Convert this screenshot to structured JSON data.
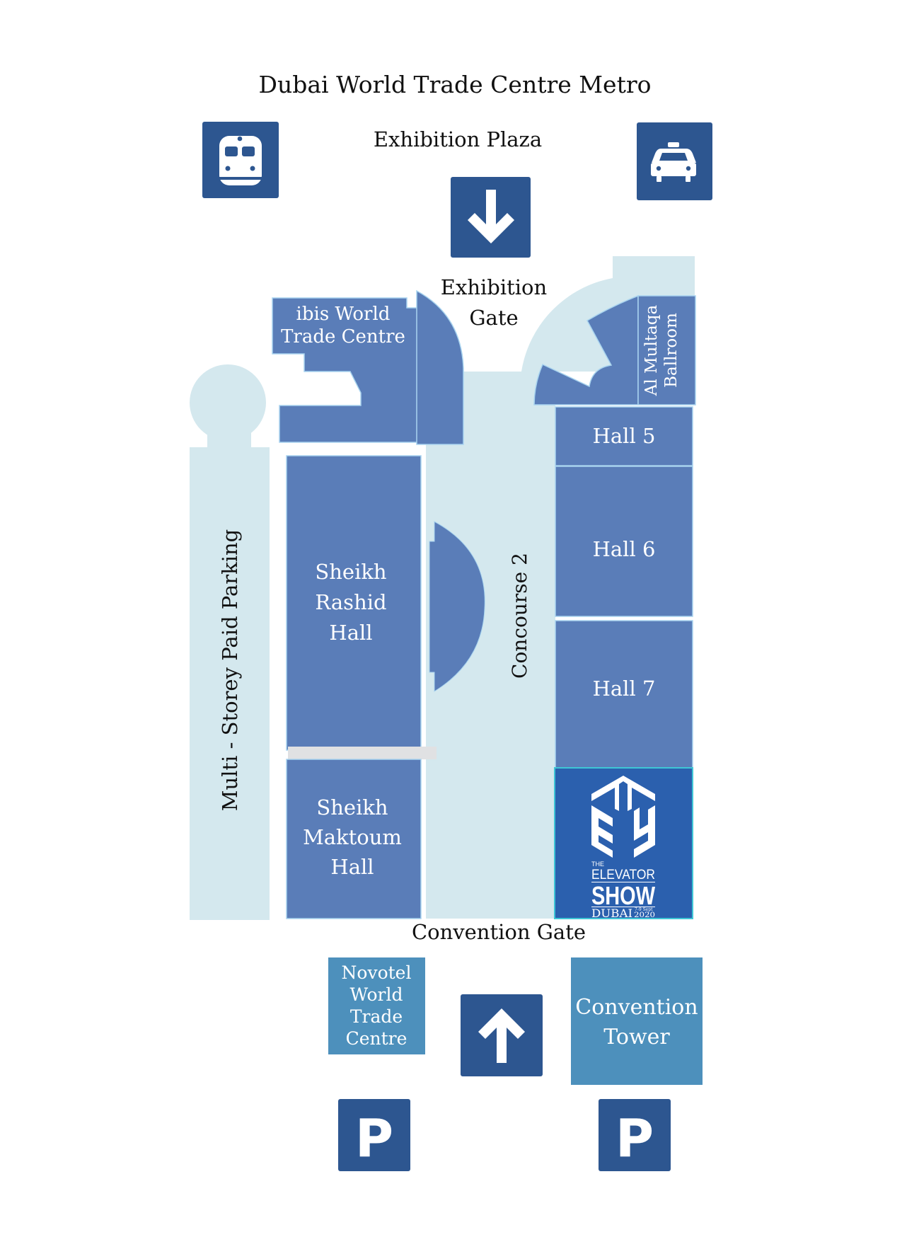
{
  "title": "Dubai World Trade Centre Metro",
  "colors": {
    "icon_box": "#2d5690",
    "building": "#5a7db8",
    "building_outline": "#a9d4ef",
    "open_area": "#d4e8ee",
    "hotel": "#4d90bc",
    "highlight": "#2b60ae",
    "highlight_outline": "#3fc6d6",
    "divider": "#e0e1e3"
  },
  "top": {
    "plaza_label": "Exhibition Plaza",
    "gate_label_line1": "Exhibition",
    "gate_label_line2": "Gate",
    "icons": {
      "metro": "metro-train-icon",
      "entrance": "arrow-down-icon",
      "taxi": "taxi-icon"
    }
  },
  "buildings": {
    "ibis": {
      "line1": "ibis World",
      "line2": "Trade Centre"
    },
    "al_multaqa": {
      "line1": "Al Multaqa",
      "line2": "Ballroom"
    },
    "hall5": "Hall 5",
    "hall6": "Hall 6",
    "hall7": "Hall 7",
    "sheikh_rashid": [
      "Sheikh",
      "Rashid",
      "Hall"
    ],
    "sheikh_maktoum": [
      "Sheikh",
      "Maktoum",
      "Hall"
    ],
    "parking": "Multi - Storey Paid Parking",
    "concourse": "Concourse 2"
  },
  "elevator_show": {
    "the": "THE",
    "elevator": "ELEVATOR",
    "show": "SHOW",
    "dubai": "DUBAI",
    "dates": "7-9 Sept",
    "year": "2020"
  },
  "bottom": {
    "gate_label": "Convention Gate",
    "novotel": [
      "Novotel",
      "World",
      "Trade",
      "Centre"
    ],
    "tower": [
      "Convention",
      "Tower"
    ],
    "parking_letter": "P",
    "icons": {
      "entrance": "arrow-up-icon",
      "parking_left": "parking-icon",
      "parking_right": "parking-icon"
    }
  }
}
